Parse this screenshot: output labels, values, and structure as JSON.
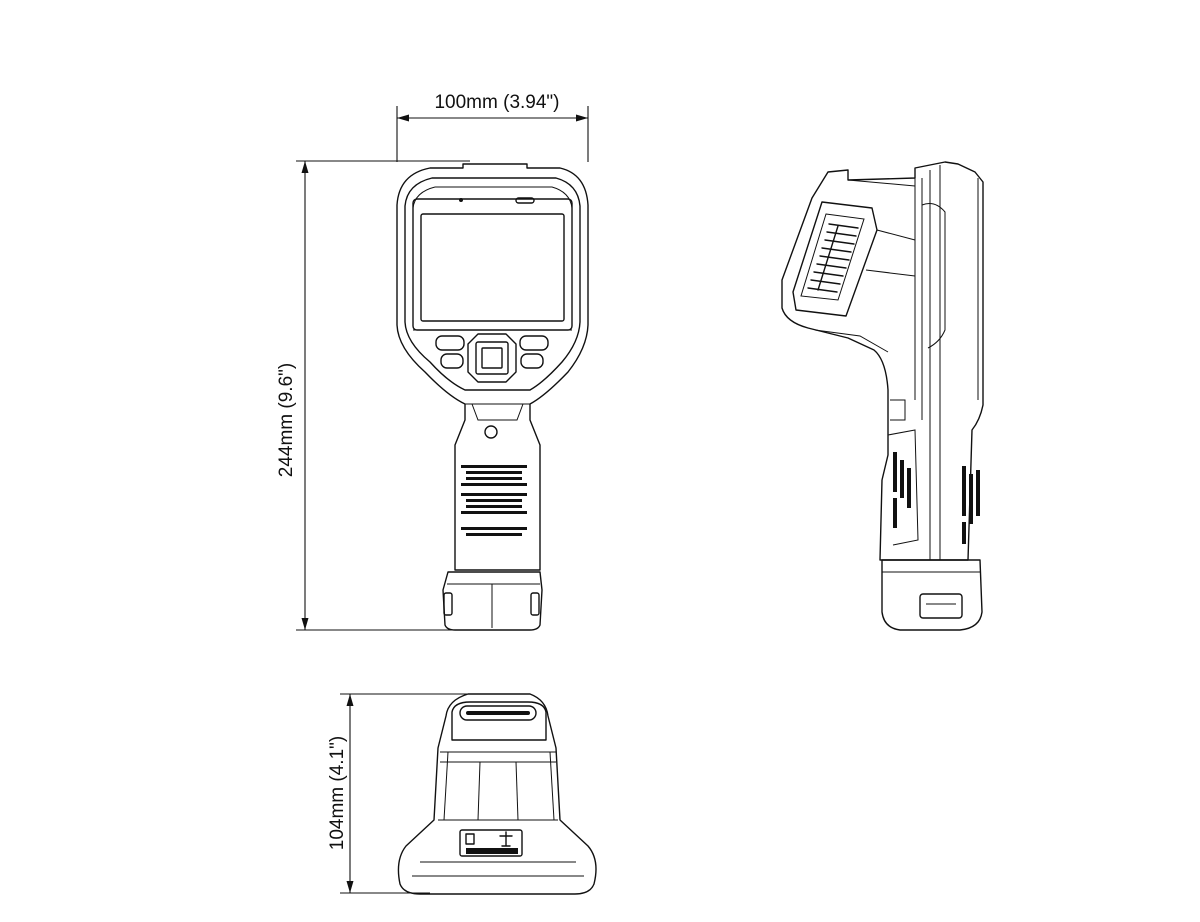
{
  "dimensions": {
    "width_label": "100mm (3.94\")",
    "height_label": "244mm (9.6\")",
    "depth_label": "104mm (4.1\")"
  },
  "views": {
    "front": "front-view",
    "side": "side-view",
    "bottom": "bottom-view"
  }
}
